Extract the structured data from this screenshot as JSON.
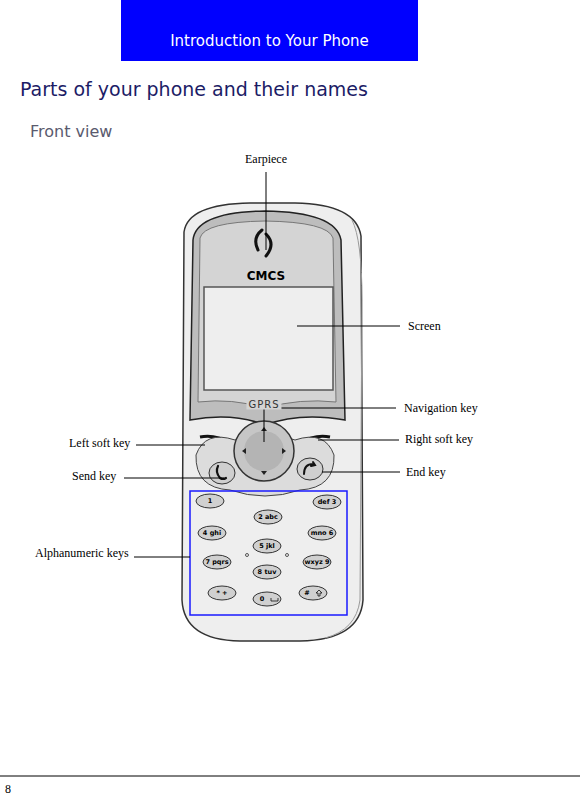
{
  "diagram": {
    "title": "Parts of your phone and their names",
    "nodes": [
      {
        "text": [
          "Introduction to Your Phone"
        ]
      }
    ],
    "labels": [
      "Front view",
      "Earpiece",
      "CMCS",
      "Screen",
      "GPRS",
      "Navigation key",
      "Left soft key",
      "Right soft key",
      "Send key",
      "End key",
      "1",
      "2 abc",
      "def 3",
      "4 ghi",
      "5 jkl",
      "mno 6",
      "7 pqrs",
      "8 tuv",
      "wxyz 9",
      "* +",
      "0",
      "#",
      "Alphanumeric keys",
      "8"
    ]
  }
}
